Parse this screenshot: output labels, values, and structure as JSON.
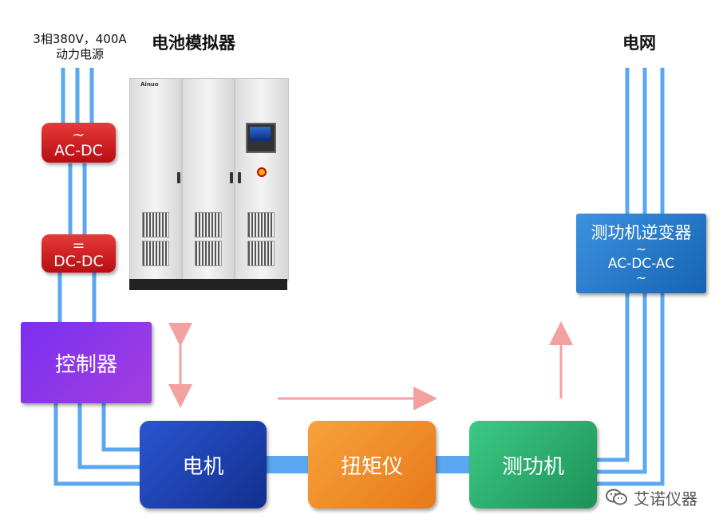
{
  "power_source": {
    "line1": "3相380V，400A",
    "line2": "动力电源"
  },
  "battery_simulator": {
    "label": "电池模拟器",
    "brand": "Ainuo"
  },
  "grid": {
    "label": "电网"
  },
  "ac_dc": {
    "symbol": "~",
    "label": "AC-DC"
  },
  "dc_dc": {
    "symbol": "=",
    "label": "DC-DC"
  },
  "controller": {
    "label": "控制器"
  },
  "motor": {
    "label": "电机"
  },
  "torque_meter": {
    "label": "扭矩仪"
  },
  "dynamometer": {
    "label": "测功机"
  },
  "inverter": {
    "title": "测功机逆变器",
    "symbol_top": "~",
    "label": "AC-DC-AC",
    "symbol_bottom": "~"
  },
  "watermark": {
    "text": "艾诺仪器",
    "icon": "wechat-icon"
  },
  "colors": {
    "wire": "#5aa9f0",
    "arrow": "#f2a0a0",
    "red_box": "#c8161c",
    "controller": "#8a2be2",
    "motor": "#1a3fae",
    "torque_meter": "#f08a24",
    "dynamometer": "#23a86a",
    "inverter": "#1e6fc0"
  }
}
